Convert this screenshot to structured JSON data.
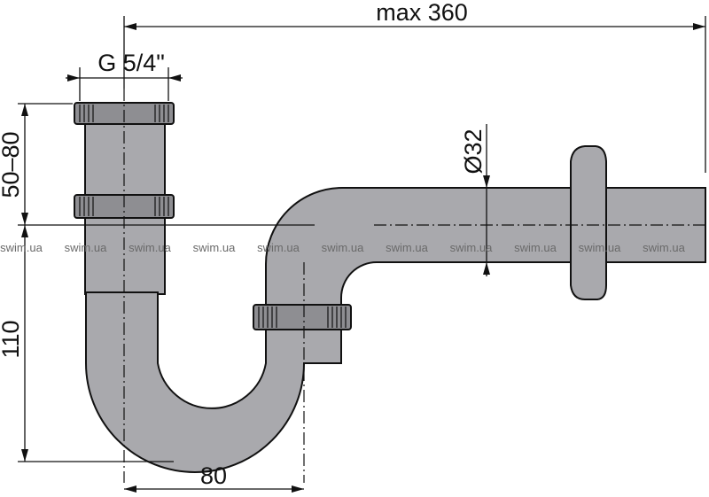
{
  "dimensions": {
    "max_length": "max 360",
    "thread": "G 5/4\"",
    "height_adjust": "50–80",
    "height": "110",
    "width": "80",
    "diameter": "Ø32"
  },
  "watermark": {
    "text": "swim.ua",
    "count": 11
  },
  "colors": {
    "pipe_fill": "#a9a9ad",
    "pipe_outline": "#111111",
    "nut_fill": "#8e8e92",
    "line": "#111111",
    "watermark": "#6a6a6a"
  }
}
